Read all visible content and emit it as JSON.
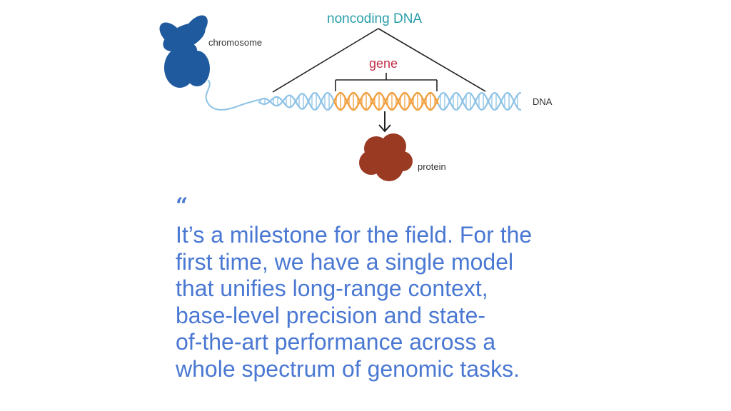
{
  "diagram": {
    "labels": {
      "noncoding": "noncoding DNA",
      "gene": "gene",
      "chromosome": "chromosome",
      "dna": "DNA",
      "protein": "protein"
    },
    "colors": {
      "chromosome": "#1f5a9e",
      "dna_strand": "#8ec3e6",
      "gene_strand": "#f0a040",
      "protein": "#9a3a22",
      "noncoding_label": "#2a9ea8",
      "gene_label": "#c0304a",
      "bracket": "#222222"
    }
  },
  "quote": {
    "mark": "“",
    "lines": [
      "It’s a milestone for the field. For the",
      "first time, we have a single model",
      "that unifies long-range context,",
      "base-level precision and state-",
      "of-the-art performance across a",
      "whole spectrum of genomic tasks."
    ],
    "color": "#4a78d2"
  }
}
